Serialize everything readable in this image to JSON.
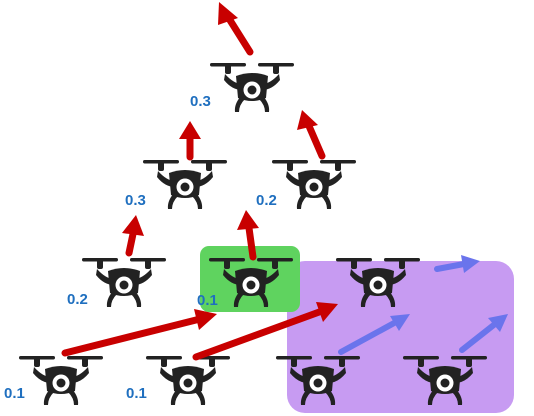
{
  "colors": {
    "background": "#ffffff",
    "drone": "#222222",
    "weight_text": "#1f6fbf",
    "red_arrow": "#c80000",
    "blue_arrow": "#6a74ec",
    "green_region": "#5fd35f",
    "purple_region": "#c79bf2"
  },
  "icons": {
    "drone": "quadcopter-drone-icon",
    "red_arrow": "red-arrow",
    "blue_arrow": "blue-arrow"
  },
  "diagram": {
    "drones": [
      {
        "id": "top",
        "weight": "0.3"
      },
      {
        "id": "mid-left",
        "weight": "0.3"
      },
      {
        "id": "mid-right",
        "weight": "0.2"
      },
      {
        "id": "lower-left",
        "weight": "0.2"
      },
      {
        "id": "lower-center",
        "weight": "0.1"
      },
      {
        "id": "lower-right",
        "weight": ""
      },
      {
        "id": "bottom-left",
        "weight": "0.1"
      },
      {
        "id": "bottom-center",
        "weight": "0.1"
      },
      {
        "id": "bottom-purple-left",
        "weight": ""
      },
      {
        "id": "bottom-purple-right",
        "weight": ""
      }
    ],
    "regions": [
      {
        "id": "green-region",
        "color_key": "green_region"
      },
      {
        "id": "purple-region",
        "color_key": "purple_region"
      }
    ]
  }
}
